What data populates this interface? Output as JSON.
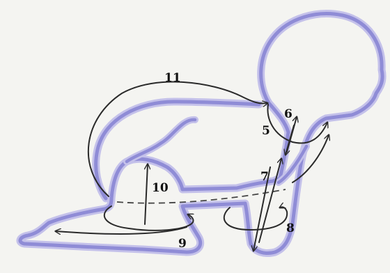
{
  "diagram": {
    "labels": {
      "l5": "5",
      "l6": "6",
      "l7": "7",
      "l8": "8",
      "l9": "9",
      "l10": "10",
      "l11": "11"
    },
    "colors": {
      "background": "#f4f4f1",
      "outline_halo": "#c4c1ea",
      "outline_core": "#8f8cd6",
      "arrow": "#2a2a2a"
    }
  }
}
